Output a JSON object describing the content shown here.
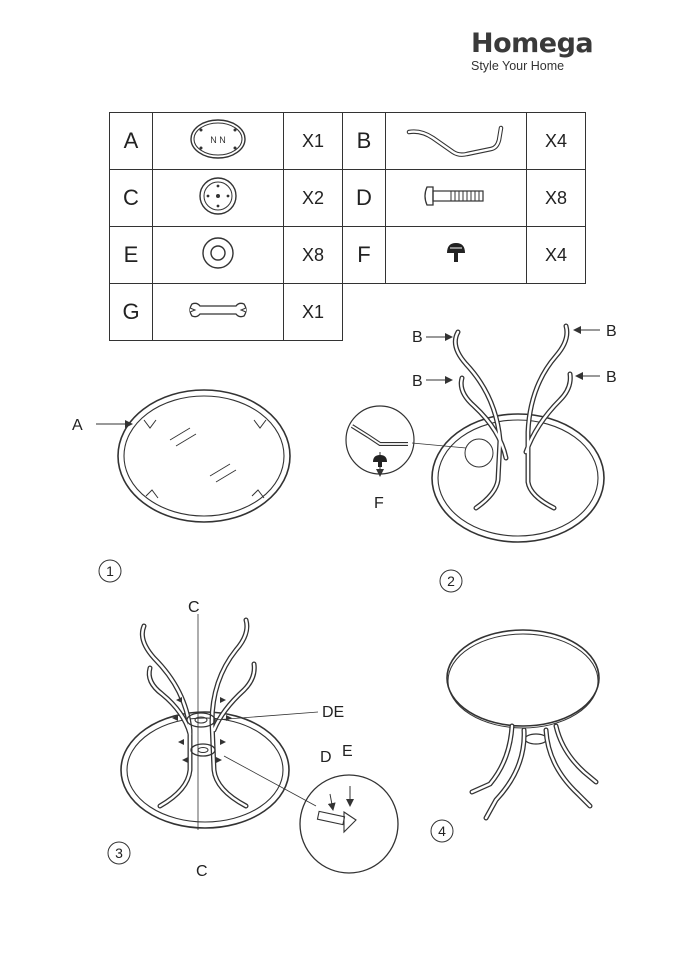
{
  "brand": {
    "name": "Homega",
    "tagline": "Style Your Home"
  },
  "parts": [
    {
      "letter": "A",
      "qty": "X1",
      "icon": "glass-tabletop-icon",
      "text": "N N"
    },
    {
      "letter": "B",
      "qty": "X4",
      "icon": "leg-icon"
    },
    {
      "letter": "C",
      "qty": "X2",
      "icon": "center-disc-icon"
    },
    {
      "letter": "D",
      "qty": "X8",
      "icon": "bolt-icon"
    },
    {
      "letter": "E",
      "qty": "X8",
      "icon": "washer-icon"
    },
    {
      "letter": "F",
      "qty": "X4",
      "icon": "rubber-stopper-icon"
    },
    {
      "letter": "G",
      "qty": "X1",
      "icon": "wrench-icon"
    }
  ],
  "diagram_labels": {
    "a": "A",
    "b": "B",
    "c": "C",
    "d": "D",
    "e": "E",
    "f": "F",
    "de": "DE"
  },
  "steps": [
    "1",
    "2",
    "3",
    "4"
  ]
}
